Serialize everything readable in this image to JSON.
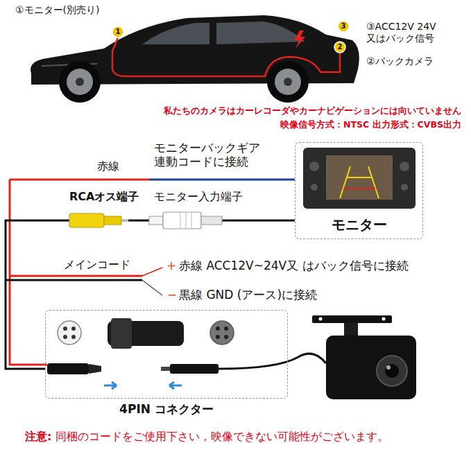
{
  "diagram": {
    "nodes": [
      {
        "text": [
          "モニター"
        ]
      },
      {
        "text": [
          "4PIN コネクター"
        ]
      }
    ],
    "edges": [
      {
        "from": 1,
        "to": 0,
        "arrow": "none"
      }
    ],
    "labels": [
      "①モニター(別売り)",
      "1",
      "3",
      "2",
      "③ACC12V 24V 又はバック信号",
      "②バックカメラ",
      "私たちのカメラはカーレコーダやカーナビゲーションには向いていません",
      "映像信号方式：NTSC 出力形式：CVBS出力",
      "赤線",
      "モニターバックギア 連動コードに接続",
      "RCAオス端子",
      "モニター入力端子",
      "メインコード",
      "+",
      "赤線 ACC12V~24V又 はバック信号に接続",
      "−",
      "黒線 GND (アース)に接続",
      "注意:",
      "同梱のコードをご使用下さい，映像できない可能性がございます。"
    ]
  }
}
